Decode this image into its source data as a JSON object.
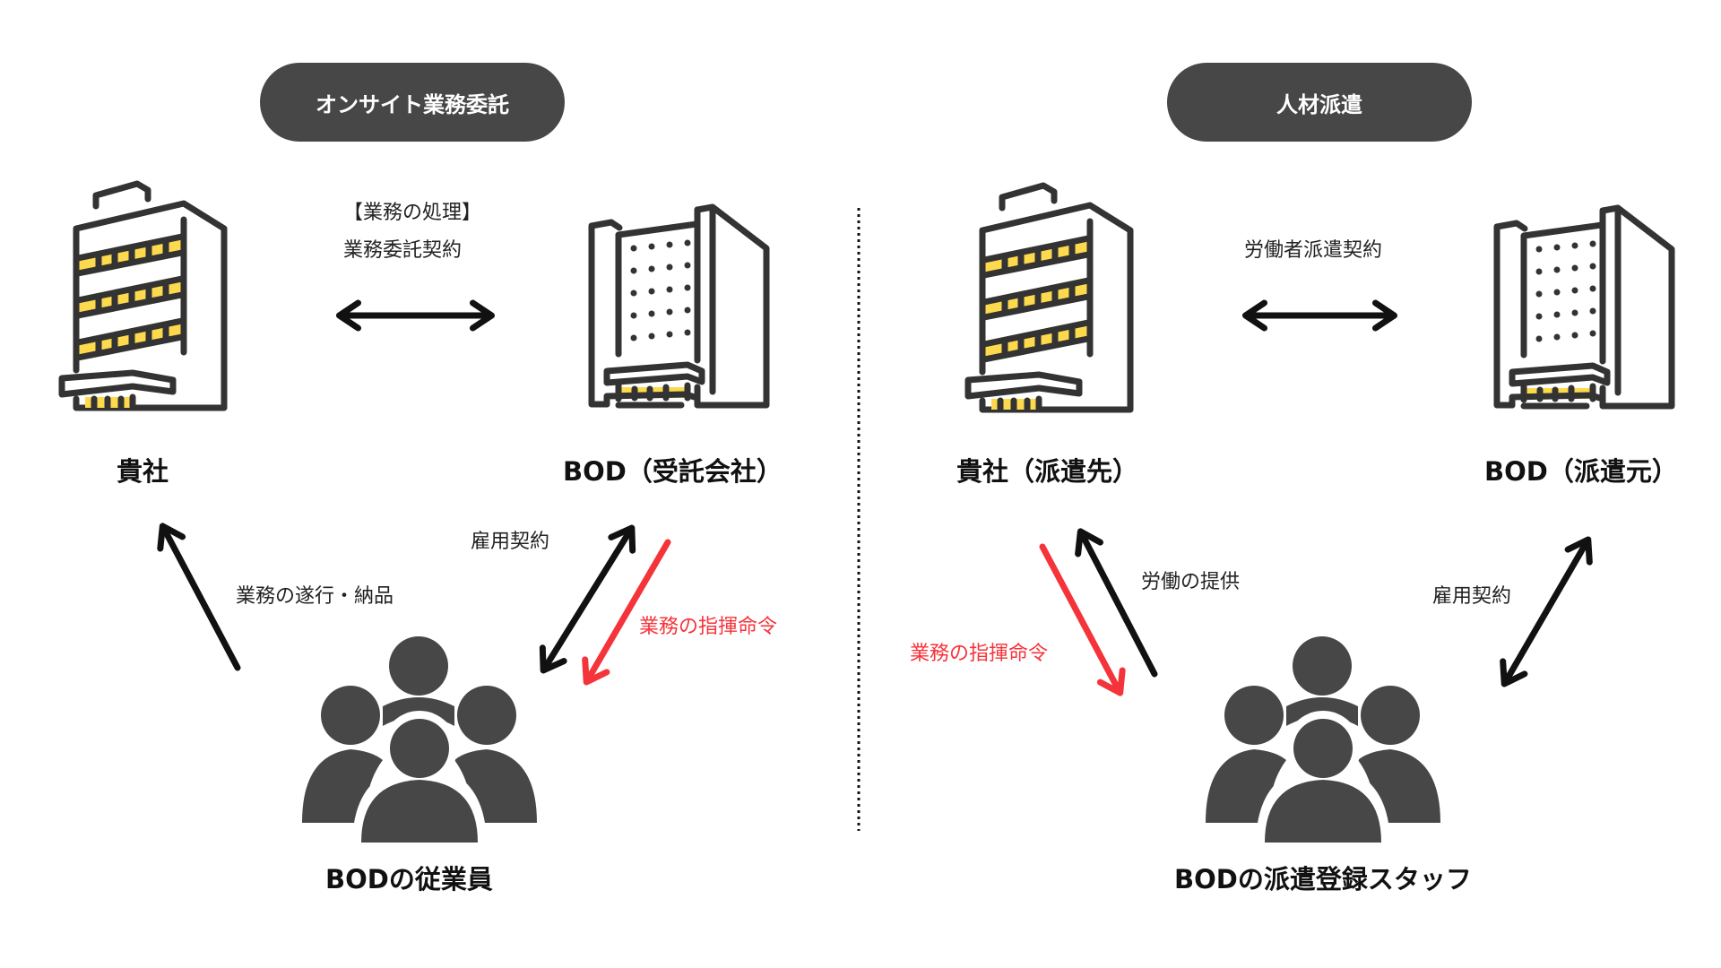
{
  "colors": {
    "pill_bg": "#474747",
    "icon_stroke": "#333333",
    "icon_fill_yellow": "#FDD94E",
    "people_fill": "#474747",
    "arrow_black": "#111111",
    "arrow_red": "#F5333A"
  },
  "left_panel": {
    "title": "オンサイト業務委託",
    "client": {
      "label": "貴社",
      "icon": "office-building-icon"
    },
    "vendor": {
      "label": "BOD（受託会社）",
      "icon": "tower-building-icon"
    },
    "contract": {
      "line1": "【業務の処理】",
      "line2": "業務委託契約",
      "arrow": "double-arrow-horizontal"
    },
    "workers": {
      "label": "BODの従業員",
      "icon": "people-group-icon"
    },
    "flows": [
      {
        "label": "業務の遂行・納品",
        "from": "workers",
        "to": "client",
        "color": "black",
        "type": "single-arrow"
      },
      {
        "label": "雇用契約",
        "from": "workers",
        "to": "vendor",
        "color": "black",
        "type": "double-arrow"
      },
      {
        "label": "業務の指揮命令",
        "from": "vendor",
        "to": "workers",
        "color": "red",
        "type": "single-arrow"
      }
    ]
  },
  "right_panel": {
    "title": "人材派遣",
    "client": {
      "label": "貴社（派遣先）",
      "icon": "office-building-icon"
    },
    "vendor": {
      "label": "BOD（派遣元）",
      "icon": "tower-building-icon"
    },
    "contract": {
      "line1": "労働者派遣契約",
      "arrow": "double-arrow-horizontal"
    },
    "workers": {
      "label": "BODの派遣登録スタッフ",
      "icon": "people-group-icon"
    },
    "flows": [
      {
        "label": "業務の指揮命令",
        "from": "client",
        "to": "workers",
        "color": "red",
        "type": "single-arrow"
      },
      {
        "label": "労働の提供",
        "from": "workers",
        "to": "client",
        "color": "black",
        "type": "single-arrow"
      },
      {
        "label": "雇用契約",
        "from": "workers",
        "to": "vendor",
        "color": "black",
        "type": "double-arrow"
      }
    ]
  },
  "divider": {
    "style": "dotted"
  }
}
